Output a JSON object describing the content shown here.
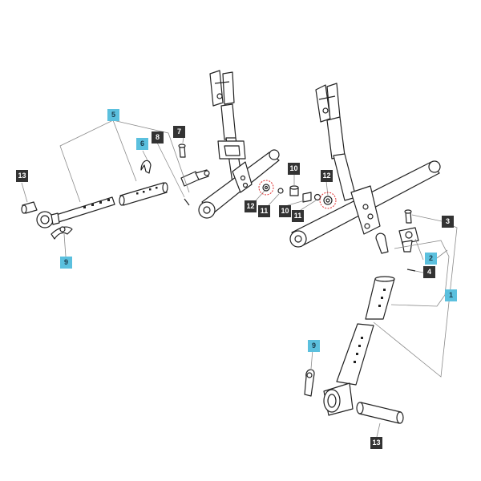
{
  "colors": {
    "part_fill": "#ffffff",
    "part_stroke": "#222222",
    "leader_line": "#8a8a8a",
    "callout_dark": "#333333",
    "callout_blue": "#5bc0de",
    "highlight_ring": "#e03030"
  },
  "callouts": [
    {
      "id": "c13a",
      "label": "13",
      "style": "dark"
    },
    {
      "id": "c9a",
      "label": "9",
      "style": "blue"
    },
    {
      "id": "c5",
      "label": "5",
      "style": "blue"
    },
    {
      "id": "c6",
      "label": "6",
      "style": "blue"
    },
    {
      "id": "c8",
      "label": "8",
      "style": "dark"
    },
    {
      "id": "c7",
      "label": "7",
      "style": "dark"
    },
    {
      "id": "c10a",
      "label": "10",
      "style": "dark"
    },
    {
      "id": "c12a",
      "label": "12",
      "style": "dark"
    },
    {
      "id": "c11a",
      "label": "11",
      "style": "dark"
    },
    {
      "id": "c10b",
      "label": "10",
      "style": "dark"
    },
    {
      "id": "c11b",
      "label": "11",
      "style": "dark"
    },
    {
      "id": "c12b",
      "label": "12",
      "style": "dark"
    },
    {
      "id": "c3",
      "label": "3",
      "style": "dark"
    },
    {
      "id": "c2",
      "label": "2",
      "style": "blue"
    },
    {
      "id": "c4",
      "label": "4",
      "style": "dark"
    },
    {
      "id": "c1",
      "label": "1",
      "style": "blue"
    },
    {
      "id": "c9b",
      "label": "9",
      "style": "blue"
    },
    {
      "id": "c13b",
      "label": "13",
      "style": "dark"
    }
  ]
}
